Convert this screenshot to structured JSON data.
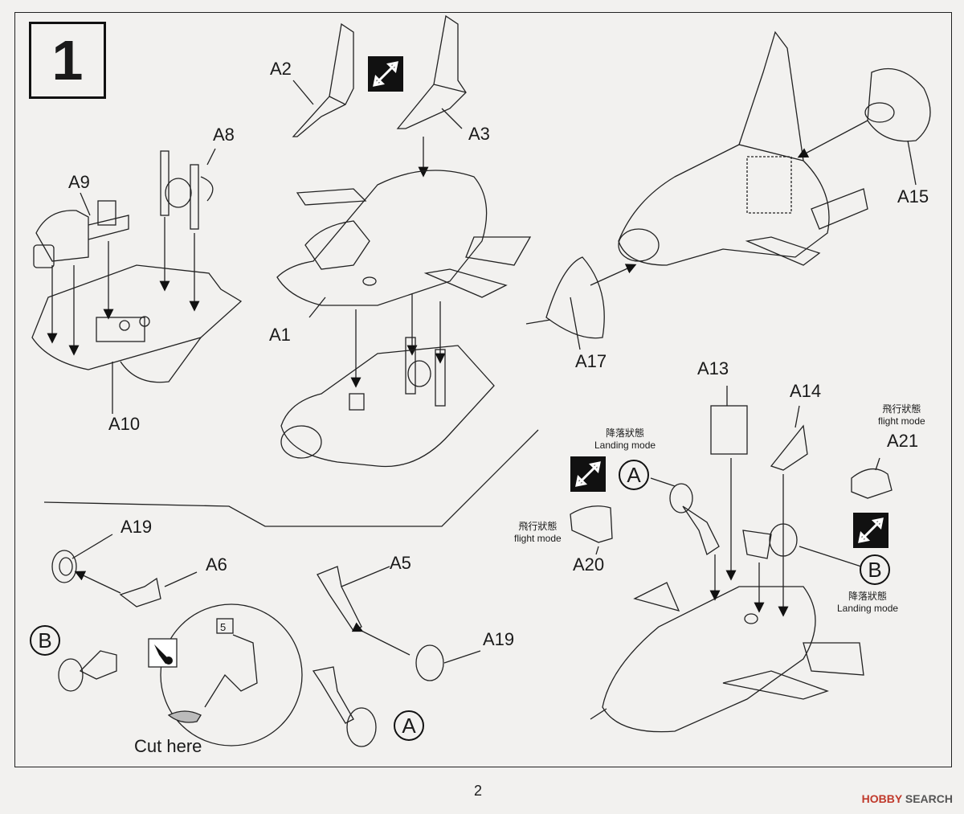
{
  "step": "1",
  "page_number": "2",
  "watermark": {
    "brand": "HOBBY",
    "word": "SEARCH"
  },
  "labels": {
    "a1": "A1",
    "a2": "A2",
    "a3": "A3",
    "a5": "A5",
    "a6": "A6",
    "a8": "A8",
    "a9": "A9",
    "a10": "A10",
    "a13": "A13",
    "a14": "A14",
    "a15": "A15",
    "a17": "A17",
    "a19_top": "A19",
    "a19_bottom": "A19",
    "a20": "A20",
    "a21": "A21"
  },
  "notes": {
    "landing_jp": "降落狀態",
    "landing_en": "Landing mode",
    "flight_jp": "飛行狀態",
    "flight_en": "flight mode",
    "flight21_jp": "飛行狀態",
    "flight21_en": "flight mode",
    "landingB_jp": "降落狀態",
    "landingB_en": "Landing mode",
    "cut_here": "Cut here",
    "detail_ref": "5"
  },
  "circle_marks": {
    "a_top": "A",
    "a_bottom": "A",
    "b_left": "B",
    "b_right": "B"
  },
  "icons": [
    "swap-icon",
    "cutter-icon"
  ]
}
